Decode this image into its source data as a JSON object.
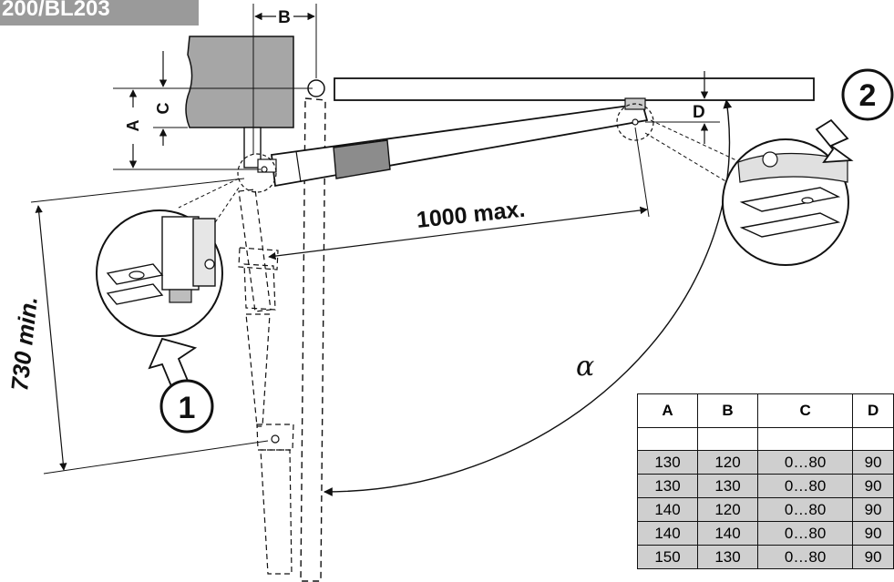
{
  "model_tag": "200/BL203",
  "labels": {
    "a": "A",
    "b": "B",
    "c": "C",
    "d": "D",
    "stroke": "1000 max.",
    "min_length": "730 min.",
    "angle": "α",
    "detail_1": "1",
    "detail_2": "2"
  },
  "table": {
    "headers": [
      "A",
      "B",
      "C",
      "D"
    ],
    "rows": [
      [
        "130",
        "120",
        "0…80",
        "90"
      ],
      [
        "130",
        "130",
        "0…80",
        "90"
      ],
      [
        "140",
        "120",
        "0…80",
        "90"
      ],
      [
        "140",
        "140",
        "0…80",
        "90"
      ],
      [
        "150",
        "130",
        "0…80",
        "90"
      ]
    ]
  }
}
